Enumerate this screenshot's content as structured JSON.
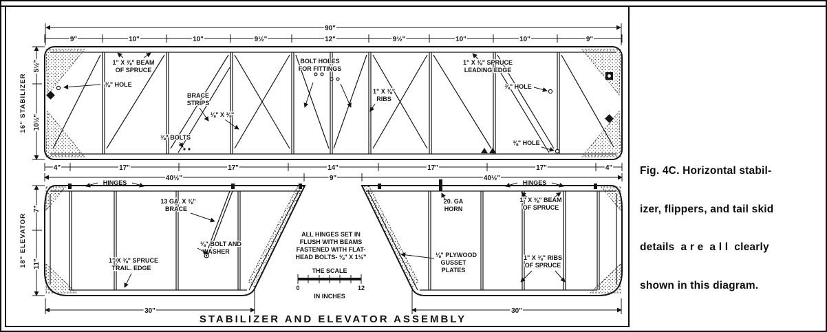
{
  "figure": {
    "title": "STABILIZER AND ELEVATOR ASSEMBLY",
    "caption_lines": [
      "Fig. 4C. Horizontal stabil-",
      "izer, flippers, and tail skid",
      "details  a r e  a l l  clearly",
      "shown in this diagram."
    ]
  },
  "dims": {
    "overall": "90\"",
    "top_segments": [
      "9\"",
      "10\"",
      "10\"",
      "9½\"",
      "12\"",
      "9½\"",
      "10\"",
      "10\"",
      "9\""
    ],
    "mid_segments": [
      "4\"",
      "17\"",
      "17\"",
      "14\"",
      "17\"",
      "17\"",
      "4\""
    ],
    "hinge_left": "40½\"",
    "hinge_center": "9\"",
    "hinge_right": "40½\"",
    "stab_front": "5½\"",
    "stab_rear": "10½\"",
    "stab_side": "16\" STABILIZER",
    "elev_front": "7\"",
    "elev_rear": "11\"",
    "elev_side": "18\" ELEVATOR",
    "bottom_left": "30\"",
    "bottom_right": "30\""
  },
  "labels": {
    "beam_spruce_top": [
      "1\" X ⅜\" BEAM",
      "OF SPRUCE"
    ],
    "hole_left": "⅜\" HOLE",
    "brace_strips": [
      "BRACE",
      "STRIPS"
    ],
    "brace_size": "⅛\" X ⅜\"",
    "bolts": "⅜\" BOLTS",
    "bolt_holes": [
      "BOLT HOLES",
      "FOR FITTINGS"
    ],
    "ribs_top": [
      "1\" X ⅜\"",
      "RIBS"
    ],
    "leading_edge": [
      "1\" X ⅜\" SPRUCE",
      "LEADING EDGE"
    ],
    "hole_right_top": "⅜\" HOLE",
    "hole_right_bottom": "⅜\" HOLE",
    "hinges_left": "HINGES",
    "hinges_right": "HINGES",
    "brace_ga": [
      "13 GA. X ⅜\"",
      "BRACE"
    ],
    "bolt_washer": [
      "⅜\" BOLT AND",
      "WASHER"
    ],
    "trail_edge": [
      "1\" X ⅜\" SPRUCE",
      "TRAIL. EDGE"
    ],
    "hinge_note": [
      "ALL HINGES SET IN",
      "FLUSH WITH BEAMS",
      "FASTENED WITH FLAT-",
      "HEAD BOLTS- ⅜\" X 1½\""
    ],
    "scale_title": "THE SCALE",
    "scale_sub": "IN INCHES",
    "scale_start": "0",
    "scale_end": "12",
    "horn": [
      "20. GA",
      "HORN"
    ],
    "beam_spruce_right": [
      "1\" X ⅜\" BEAM",
      "OF SPRUCE"
    ],
    "plywood": [
      "⅛\" PLYWOOD",
      "GUSSET",
      "PLATES"
    ],
    "ribs_spruce": [
      "1\" X ⅜\" RIBS",
      "OF SPRUCE"
    ]
  }
}
